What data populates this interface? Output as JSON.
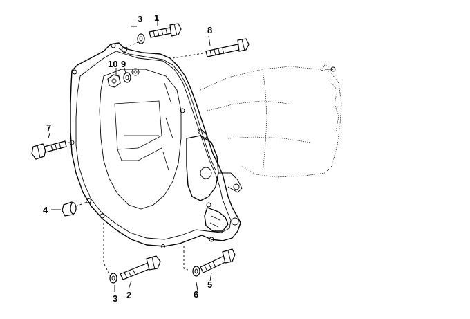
{
  "callouts": [
    {
      "id": "1",
      "label": "1"
    },
    {
      "id": "2",
      "label": "2"
    },
    {
      "id": "3a",
      "label": "3"
    },
    {
      "id": "3b",
      "label": "3"
    },
    {
      "id": "4",
      "label": "4"
    },
    {
      "id": "5",
      "label": "5"
    },
    {
      "id": "6",
      "label": "6"
    },
    {
      "id": "7",
      "label": "7"
    },
    {
      "id": "8",
      "label": "8"
    },
    {
      "id": "9",
      "label": "9"
    },
    {
      "id": "10",
      "label": "10"
    }
  ],
  "colors": {
    "line": "#000000",
    "background": "#ffffff"
  }
}
